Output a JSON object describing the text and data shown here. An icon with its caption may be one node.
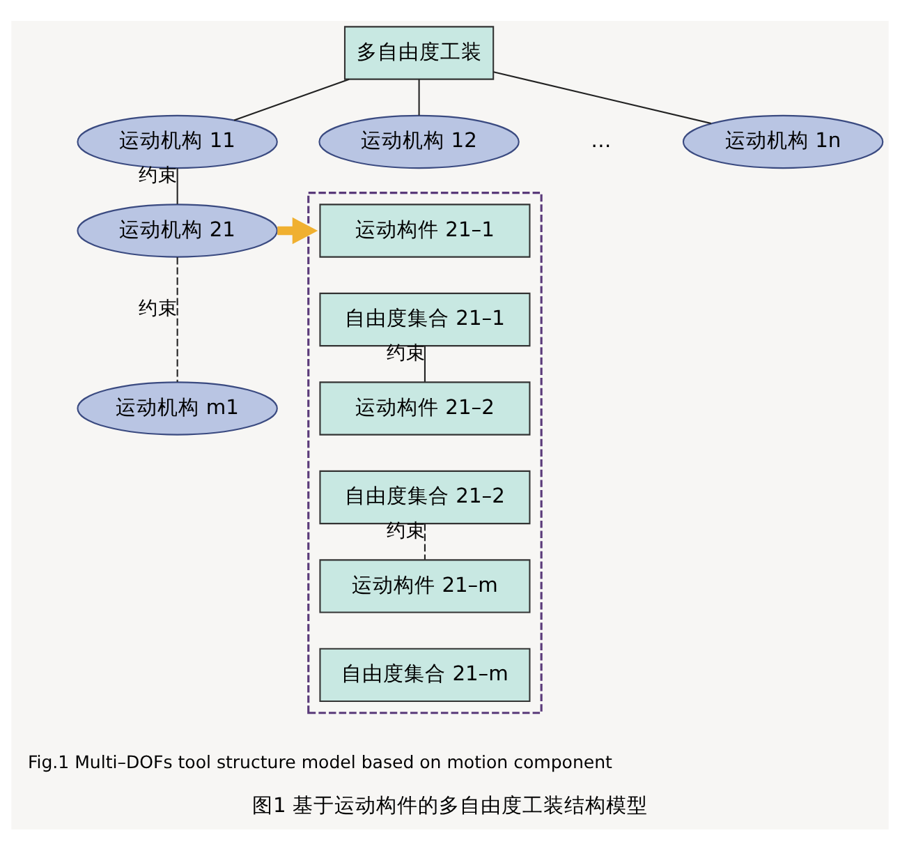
{
  "diagram": {
    "caption": "图1 基于运动构件的多自由度工装结构模型",
    "nodes": [
      {
        "text": [
          "多自由度工装"
        ]
      },
      {
        "text": [
          "运动机构 11"
        ]
      },
      {
        "text": [
          "运动机构 12"
        ]
      },
      {
        "text": [
          "运动机构 1n"
        ]
      },
      {
        "text": [
          "运动机构 21"
        ]
      },
      {
        "text": [
          "运动机构 m1"
        ]
      },
      {
        "text": [],
        "shape": "box"
      },
      {
        "text": [
          "运动构件 21–1"
        ],
        "in": 6
      },
      {
        "text": [
          "自由度集合 21–1"
        ],
        "in": 6
      },
      {
        "text": [
          "运动构件 21–2"
        ],
        "in": 6
      },
      {
        "text": [
          "自由度集合 21–2"
        ],
        "in": 6
      },
      {
        "text": [
          "运动构件 21–m"
        ],
        "in": 6
      },
      {
        "text": [
          "自由度集合 21–m"
        ],
        "in": 6
      }
    ],
    "edges": [
      {
        "from": 0,
        "to": 1,
        "arrow": "none"
      },
      {
        "from": 0,
        "to": 2,
        "arrow": "none"
      },
      {
        "from": 0,
        "to": 3,
        "arrow": "none"
      },
      {
        "from": 1,
        "to": 4,
        "arrow": "none",
        "label": "约束"
      },
      {
        "from": 4,
        "to": 5,
        "arrow": "none",
        "label": "约束",
        "style": "dashed"
      },
      {
        "from": 4,
        "to": 6,
        "arrow": "to",
        "style": "thick",
        "color": "#f0b030"
      },
      {
        "from": 8,
        "to": 9,
        "arrow": "none",
        "label": "约束"
      },
      {
        "from": 10,
        "to": 11,
        "arrow": "none",
        "label": "约束",
        "style": "dashed"
      }
    ],
    "labels": [
      "…",
      "Fig.1 Multi–DOFs tool structure model based on motion component"
    ]
  }
}
